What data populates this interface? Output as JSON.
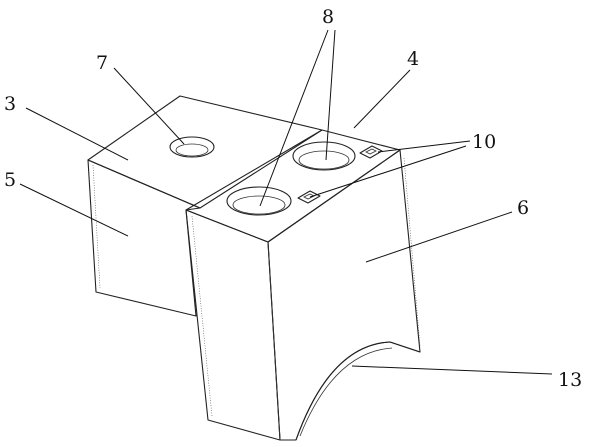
{
  "labels": {
    "l3": "3",
    "l4": "4",
    "l5": "5",
    "l6": "6",
    "l7": "7",
    "l8": "8",
    "l10": "10",
    "l13": "13"
  }
}
